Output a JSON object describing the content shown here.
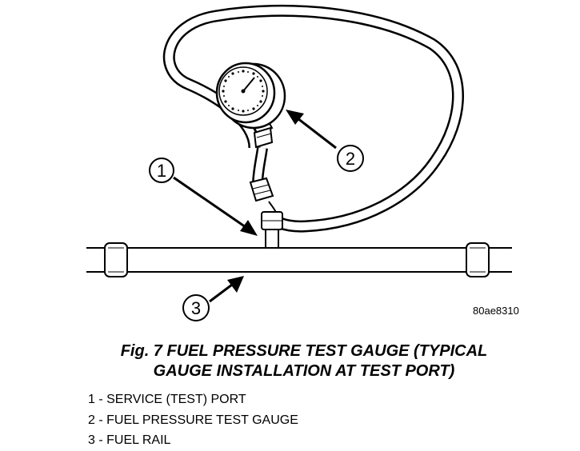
{
  "figure": {
    "code": "80ae8310",
    "callouts": [
      "1",
      "2",
      "3"
    ]
  },
  "caption": {
    "line1": "Fig. 7 FUEL PRESSURE TEST GAUGE (TYPICAL",
    "line2": "GAUGE INSTALLATION AT TEST PORT)"
  },
  "legend": [
    "1 - SERVICE (TEST) PORT",
    "2 - FUEL PRESSURE TEST GAUGE",
    "3 - FUEL RAIL"
  ]
}
